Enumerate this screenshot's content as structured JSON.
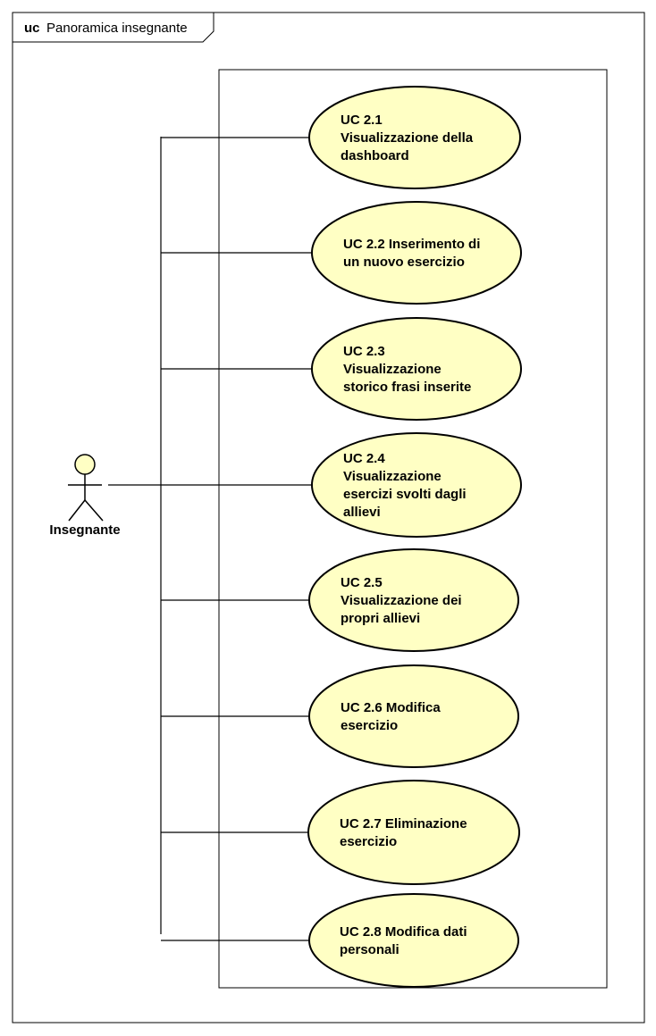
{
  "frame": {
    "keyword": "uc",
    "name": "Panoramica insegnante"
  },
  "actor": {
    "name": "Insegnante"
  },
  "use_cases": [
    {
      "lines": [
        "UC 2.1",
        "Visualizzazione della",
        "dashboard"
      ]
    },
    {
      "lines": [
        "UC 2.2 Inserimento di",
        "un nuovo esercizio"
      ]
    },
    {
      "lines": [
        "UC 2.3",
        "Visualizzazione",
        "storico frasi inserite"
      ]
    },
    {
      "lines": [
        "UC 2.4",
        "Visualizzazione",
        "esercizi svolti dagli",
        "allievi"
      ]
    },
    {
      "lines": [
        "UC 2.5",
        "Visualizzazione dei",
        "propri allievi"
      ]
    },
    {
      "lines": [
        "UC 2.6 Modifica",
        "esercizio"
      ]
    },
    {
      "lines": [
        "UC 2.7 Eliminazione",
        "esercizio"
      ]
    },
    {
      "lines": [
        "UC 2.8 Modifica dati",
        "personali"
      ]
    }
  ],
  "colors": {
    "use_case_fill": "#FFFFC4",
    "actor_fill": "#FFFFC4",
    "stroke": "#000000"
  }
}
